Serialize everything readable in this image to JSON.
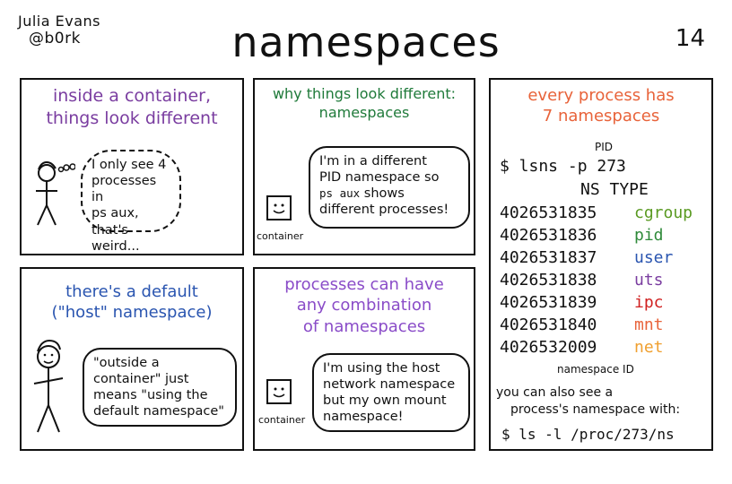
{
  "header": {
    "author": "Julia Evans",
    "handle": "@b0rk",
    "title": "namespaces",
    "page_number": "14"
  },
  "panels": {
    "p1": {
      "title_line1": "inside a container,",
      "title_line2": "things look different",
      "title_color": "#7a3da0",
      "bubble": [
        "I only see 4",
        "processes in",
        "ps aux, that's",
        "weird..."
      ]
    },
    "p2": {
      "title_line1": "why things look different:",
      "title_line2": "namespaces",
      "title_color": "#1f7a3a",
      "bubble_lines": [
        "I'm in a different",
        "PID namespace so"
      ],
      "bubble_cmd": "ps aux",
      "bubble_after_cmd": "shows",
      "bubble_last": "different processes!",
      "caption": "container"
    },
    "p3": {
      "title_line1": "every process has",
      "title_line2": "7 namespaces",
      "title_color": "#e8633a",
      "pid_note": "PID",
      "command": "$ lsns -p 273",
      "header": "NS TYPE",
      "rows": [
        {
          "id": "4026531835",
          "type": "cgroup",
          "color": "#5a9a22"
        },
        {
          "id": "4026531836",
          "type": "pid",
          "color": "#2f8a3a"
        },
        {
          "id": "4026531837",
          "type": "user",
          "color": "#2a55b0"
        },
        {
          "id": "4026531838",
          "type": "uts",
          "color": "#7a3da0"
        },
        {
          "id": "4026531839",
          "type": "ipc",
          "color": "#d02020"
        },
        {
          "id": "4026531840",
          "type": "mnt",
          "color": "#e8633a"
        },
        {
          "id": "4026532009",
          "type": "net",
          "color": "#f0a030"
        }
      ],
      "ns_note": "namespace ID",
      "footer_line1": "you can also see a",
      "footer_line2": "process's namespace with:",
      "footer_cmd": "$ ls -l /proc/273/ns"
    },
    "p4": {
      "title_line1": "there's a default",
      "title_line2": "(\"host\" namespace)",
      "title_color": "#2a55b0",
      "bubble": [
        "\"outside a",
        "container\" just",
        "means \"using the",
        "default namespace\""
      ]
    },
    "p5": {
      "title_line1": "processes can have",
      "title_line2": "any combination",
      "title_line3": "of namespaces",
      "title_color": "#8a4cc8",
      "bubble": [
        "I'm using the host",
        "network namespace",
        "but my own mount",
        "namespace!"
      ],
      "caption": "container"
    }
  }
}
